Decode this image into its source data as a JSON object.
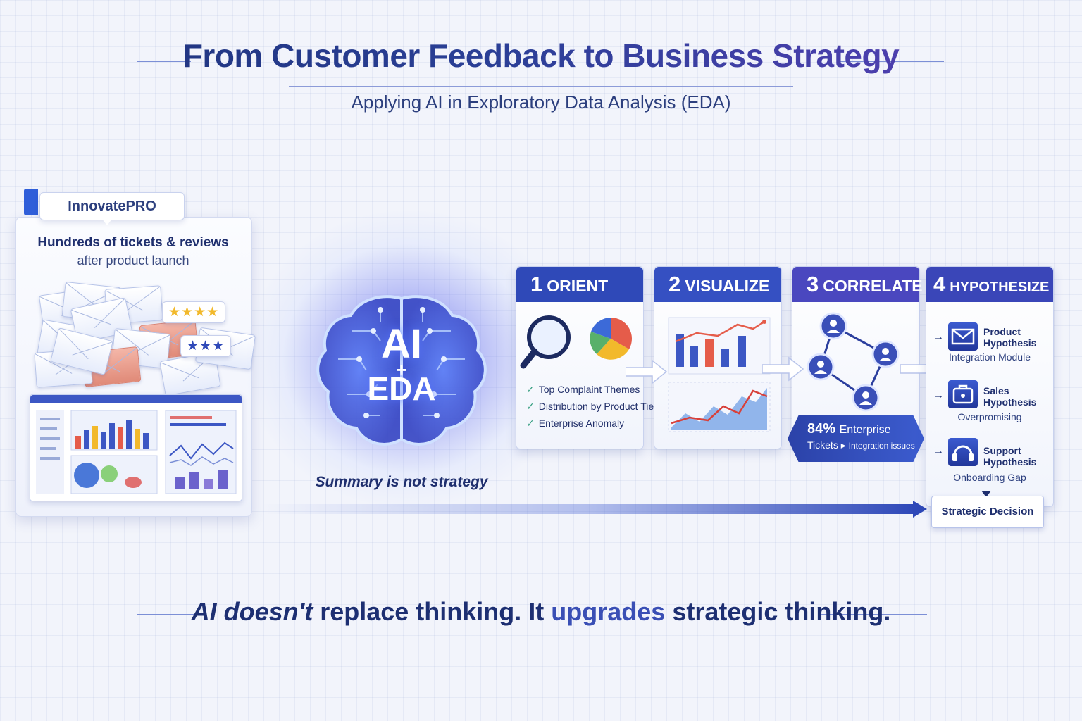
{
  "header": {
    "title": "From Customer Feedback to Business Strategy",
    "subtitle": "Applying AI in Exploratory Data Analysis (EDA)"
  },
  "source": {
    "brand": "InnovatePRO",
    "heading": "Hundreds of tickets & reviews",
    "subheading": "after product launch",
    "ratings": [
      "★★★★",
      "★★★"
    ]
  },
  "engine": {
    "ai_label": "AI",
    "plus": "+",
    "eda_label": "EDA",
    "note": "Summary is not strategy"
  },
  "steps": [
    {
      "num": "1",
      "label": "ORIENT",
      "color": "#2f49b8"
    },
    {
      "num": "2",
      "label": "VISUALIZE",
      "color": "#3550c2"
    },
    {
      "num": "3",
      "label": "CORRELATE",
      "color": "#4a47bf"
    },
    {
      "num": "4",
      "label": "HYPOTHESIZE",
      "color": "#3a46b8"
    }
  ],
  "orient_checks": [
    "Top Complaint Themes",
    "Distribution by Product Tier",
    "Enterprise Anomaly"
  ],
  "correlate_stat": {
    "value": "84%",
    "label": "Enterprise",
    "line2_a": "Tickets",
    "line2_arrow": "▸",
    "line2_b": "Integration issues"
  },
  "hypotheses": [
    {
      "title_a": "Product",
      "title_b": "Hypothesis",
      "sub": "Integration Module",
      "icon": "envelope-icon"
    },
    {
      "title_a": "Sales",
      "title_b": "Hypothesis",
      "sub": "Overpromising",
      "icon": "handshake-icon"
    },
    {
      "title_a": "Support",
      "title_b": "Hypothesis",
      "sub": "Onboarding Gap",
      "icon": "headset-icon"
    }
  ],
  "decision": "Strategic Decision",
  "tagline": {
    "part1": "AI ",
    "part2": "doesn't",
    "part3": " replace thinking. It ",
    "part4": "upgrades",
    "part5": " strategic thinking."
  },
  "colors": {
    "primary": "#2f49b8",
    "accent_violet": "#5b3fb8",
    "check": "#2c9a7a"
  }
}
